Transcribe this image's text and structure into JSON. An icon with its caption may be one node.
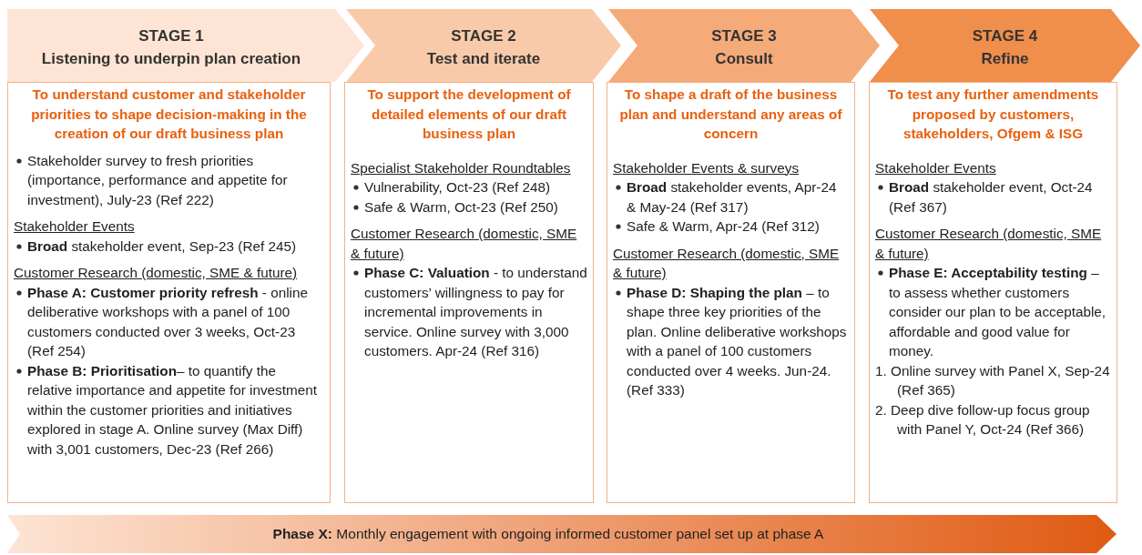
{
  "diagram": {
    "nodes": [
      {
        "text": [
          "STAGE 1",
          "Listening to underpin plan creation"
        ]
      },
      {
        "text": [
          "STAGE 2",
          "Test and iterate"
        ]
      },
      {
        "text": [
          "STAGE 3",
          "Consult"
        ]
      },
      {
        "text": [
          "STAGE 4",
          "Refine"
        ]
      },
      {
        "text": [
          "To understand customer and stakeholder priorities to shape decision-making in the creation of our draft business plan",
          "Stakeholder survey to fresh priorities (importance, performance and appetite for investment), July-23 (Ref 222)",
          "Stakeholder Events",
          "**Broad** stakeholder event, Sep-23 (Ref 245)",
          "Customer Research (domestic, SME & future)",
          "**Phase A: Customer priority refresh** - online deliberative workshops with a panel of 100 customers conducted over 3 weeks, Oct-23 (Ref 254)",
          "**Phase B: Prioritisation**– to quantify the relative importance and appetite for investment within the customer priorities and initiatives explored in stage A. Online survey (Max Diff) with 3,001 customers, Dec-23 (Ref 266)"
        ]
      },
      {
        "text": [
          "To support the development of detailed elements of our draft business plan",
          "Specialist Stakeholder Roundtables",
          "Vulnerability, Oct-23 (Ref 248)",
          "Safe & Warm, Oct-23 (Ref 250)",
          "Customer Research (domestic, SME & future)",
          "**Phase C: Valuation** - to understand customers’ willingness to pay for incremental improvements in service. Online survey with 3,000 customers. Apr-24 (Ref 316)"
        ]
      },
      {
        "text": [
          "To shape a draft of the business plan and understand any areas of concern",
          "Stakeholder Events & surveys",
          "**Broad** stakeholder events, Apr-24 & May-24 (Ref 317)",
          "Safe & Warm,  Apr-24 (Ref 312)",
          "Customer Research (domestic, SME & future)",
          "**Phase D: Shaping the plan** – to shape three key priorities of the plan. Online deliberative workshops with a panel of 100 customers conducted over 4 weeks. Jun-24. (Ref 333)"
        ]
      },
      {
        "text": [
          "To test any further amendments proposed by customers, stakeholders, Ofgem & ISG",
          "Stakeholder Events",
          "**Broad** stakeholder event, Oct-24 (Ref 367)",
          "Customer Research (domestic, SME & future)",
          "**Phase E: Acceptability testing** – to assess whether customers consider our plan to be acceptable, affordable and good value for money.",
          "1. Online survey with Panel X, Sep-24 (Ref 365)",
          "2. Deep dive follow-up focus group with Panel Y, Oct-24 (Ref 366)"
        ]
      },
      {
        "text": [
          "**Phase X:** Monthly engagement with ongoing informed customer panel set up at phase A"
        ]
      }
    ]
  }
}
